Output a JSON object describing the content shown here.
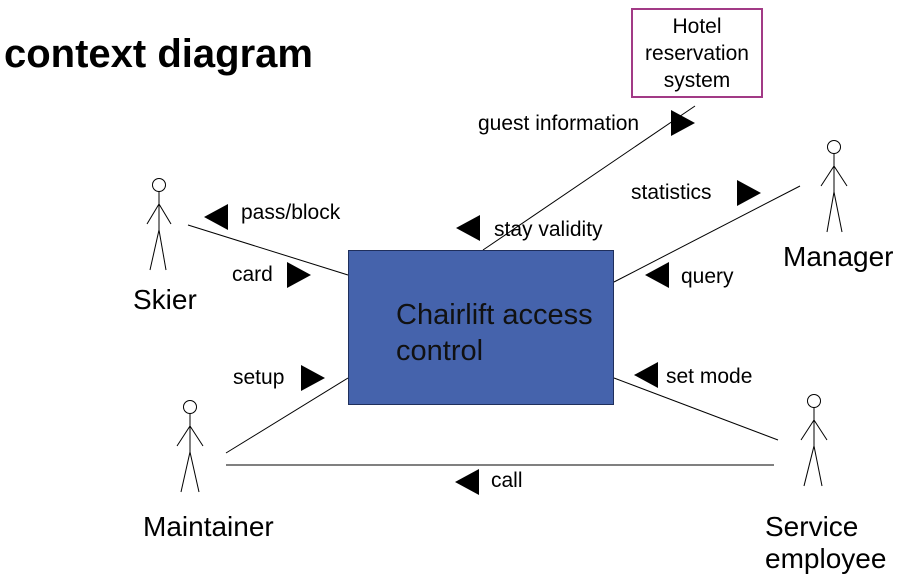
{
  "title": "context diagram",
  "system": {
    "label": "Chairlift access\ncontrol",
    "color": "#4563ac"
  },
  "external_system": {
    "label": "Hotel\nreservation\nsystem",
    "border_color": "#a23a86"
  },
  "actors": {
    "skier": "Skier",
    "manager": "Manager",
    "maintainer": "Maintainer",
    "service_employee": "Service\nemployee"
  },
  "flows": {
    "pass_block": "pass/block",
    "card": "card",
    "guest_information": "guest information",
    "stay_validity": "stay validity",
    "statistics": "statistics",
    "query": "query",
    "setup": "setup",
    "set_mode": "set mode",
    "call": "call"
  }
}
